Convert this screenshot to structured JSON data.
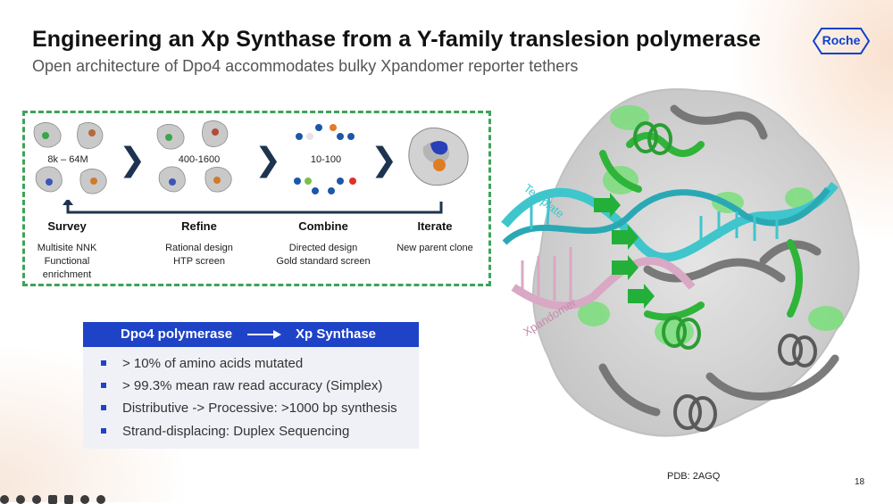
{
  "slide": {
    "title": "Engineering an Xp Synthase from a Y-family translesion polymerase",
    "subtitle": "Open architecture of Dpo4 accommodates bulky Xpandomer reporter tethers",
    "logo": "Roche",
    "page_number": "18"
  },
  "workflow": {
    "steps": [
      {
        "count": "8k – 64M",
        "name": "Survey",
        "desc": [
          "Multisite NNK",
          "Functional",
          "enrichment"
        ]
      },
      {
        "count": "400-1600",
        "name": "Refine",
        "desc": [
          "Rational design",
          "HTP screen"
        ]
      },
      {
        "count": "10-100",
        "name": "Combine",
        "desc": [
          "Directed design",
          "Gold standard screen"
        ]
      },
      {
        "count": "",
        "name": "Iterate",
        "desc": [
          "New parent clone"
        ]
      }
    ],
    "border_color": "#3ea35a",
    "chevron_glyph": "❯"
  },
  "summary": {
    "from": "Dpo4 polymerase",
    "to": "Xp Synthase",
    "bullets": [
      "> 10% of amino acids mutated",
      "> 99.3% mean raw read accuracy (Simplex)",
      "Distributive -> Processive:  >1000 bp synthesis",
      "Strand-displacing: Duplex Sequencing"
    ],
    "header_color": "#1f43c7",
    "body_color": "#f0f1f7"
  },
  "structure": {
    "template_label": "Template",
    "xpandomer_label": "Xpandomer",
    "caption": "PDB: 2AGQ",
    "dna_colors": {
      "template": "#3ec6cc",
      "xpandomer": "#d9a8c4"
    },
    "protein_color": "#8a8a8a",
    "highlight_color": "#3fd14b"
  },
  "toolbar": {
    "icons": [
      "previous-icon",
      "pen-icon",
      "search-icon",
      "captions-icon",
      "camera-icon",
      "more-icon",
      "next-icon"
    ]
  }
}
